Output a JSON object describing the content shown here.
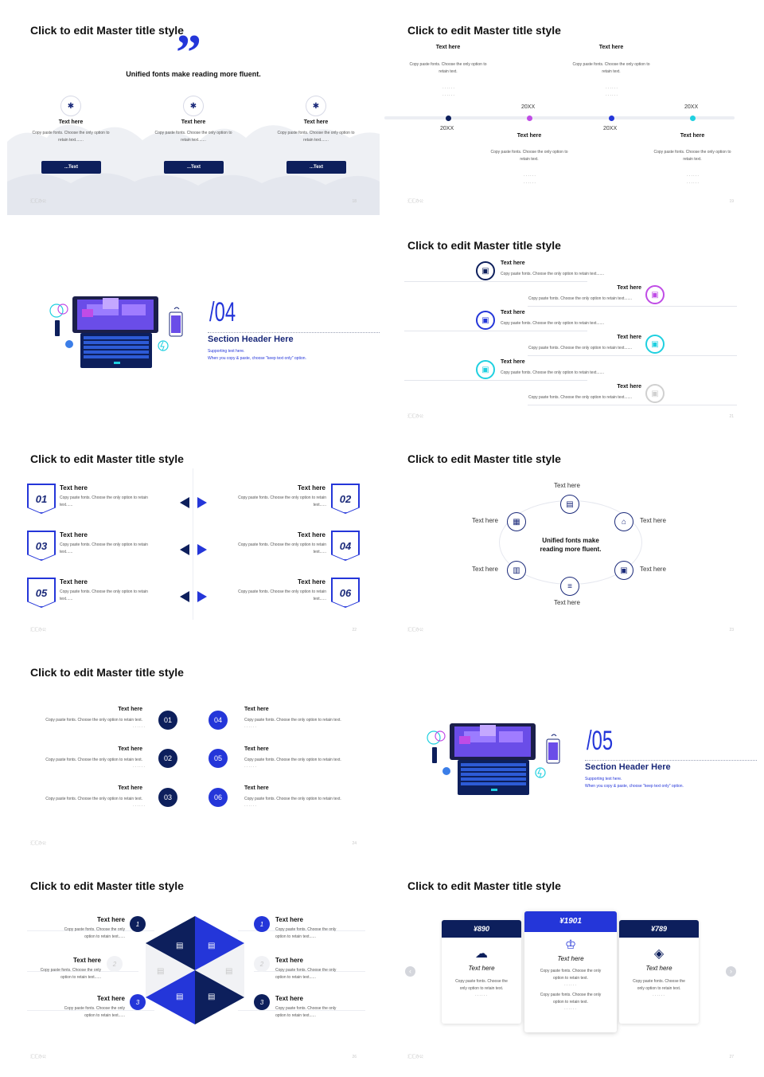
{
  "slide1": {
    "title": "Click to edit Master title style",
    "quote_glyph": "”",
    "subtitle": "Unified fonts make reading more fluent.",
    "cols": [
      {
        "title": "Text here",
        "body": "Copy paste fonts. Choose the only option to retain text.......",
        "button": "...Text"
      },
      {
        "title": "Text here",
        "body": "Copy paste fonts. Choose the only option to retain text.......",
        "button": "...Text"
      },
      {
        "title": "Text here",
        "body": "Copy paste fonts. Choose the only option to retain text.......",
        "button": "...Text"
      }
    ],
    "footer_left": "汇汇办公",
    "page": "18"
  },
  "slide2": {
    "title": "Click to edit Master title style",
    "top": [
      {
        "title": "Text here",
        "body": "Copy paste fonts. Choose the only option to retain text.",
        "dots1": "......",
        "dots2": "......"
      },
      {
        "title": "Text here",
        "body": "Copy paste fonts. Choose the only option to retain text.",
        "dots1": "......",
        "dots2": "......"
      }
    ],
    "bottom": [
      {
        "title": "Text here",
        "body": "Copy paste fonts. Choose the only option to retain text.",
        "dots1": "......",
        "dots2": "......"
      },
      {
        "title": "Text here",
        "body": "Copy paste fonts. Choose the only option to retain text.",
        "dots1": "......",
        "dots2": "......"
      }
    ],
    "years": [
      "20XX",
      "20XX",
      "20XX",
      "20XX"
    ],
    "colors": [
      "#0d1f5c",
      "#c04ce6",
      "#2436d9",
      "#1fd0e0"
    ],
    "footer_left": "汇汇办公",
    "page": "19"
  },
  "slide3": {
    "number": "/04",
    "header": "Section Header Here",
    "support1": "Supporting text here.",
    "support2": "When you copy & paste, choose \"keep text only\" option."
  },
  "slide4": {
    "title": "Click to edit Master title style",
    "rows": [
      {
        "title": "Text here",
        "body": "Copy paste fonts. Choose the only option to retain text.......",
        "color": "#0d1f5c"
      },
      {
        "title": "Text here",
        "body": "Copy paste fonts. Choose the only option to retain text.......",
        "color": "#c04ce6"
      },
      {
        "title": "Text here",
        "body": "Copy paste fonts. Choose the only option to retain text.......",
        "color": "#2436d9"
      },
      {
        "title": "Text here",
        "body": "Copy paste fonts. Choose the only option to retain text.......",
        "color": "#1fd0e0"
      },
      {
        "title": "Text here",
        "body": "Copy paste fonts. Choose the only option to retain text.......",
        "color": "#1fd0e0"
      },
      {
        "title": "Text here",
        "body": "Copy paste fonts. Choose the only option to retain text.......",
        "color": "#d0d0d0"
      }
    ],
    "footer_left": "汇汇办公",
    "page": "21"
  },
  "slide5": {
    "title": "Click to edit Master title style",
    "items": [
      {
        "num": "01",
        "title": "Text here",
        "body": "Copy paste fonts. Choose the only option to retain text......"
      },
      {
        "num": "02",
        "title": "Text here",
        "body": "Copy paste fonts. Choose the only option to retain text......"
      },
      {
        "num": "03",
        "title": "Text here",
        "body": "Copy paste fonts. Choose the only option to retain text......"
      },
      {
        "num": "04",
        "title": "Text here",
        "body": "Copy paste fonts. Choose the only option to retain text......"
      },
      {
        "num": "05",
        "title": "Text here",
        "body": "Copy paste fonts. Choose the only option to retain text......"
      },
      {
        "num": "06",
        "title": "Text here",
        "body": "Copy paste fonts. Choose the only option to retain text......"
      }
    ],
    "footer_left": "汇汇办公",
    "page": "22"
  },
  "slide6": {
    "title": "Click to edit Master title style",
    "center1": "Unified fonts make",
    "center2": "reading more fluent.",
    "labels": [
      "Text here",
      "Text here",
      "Text here",
      "Text here",
      "Text here",
      "Text here"
    ],
    "footer_left": "汇汇办公",
    "page": "23"
  },
  "slide7": {
    "title": "Click to edit Master title style",
    "left": [
      {
        "num": "01",
        "title": "Text here",
        "body": "Copy paste fonts. Choose the only option to retain text.",
        "dots": "......"
      },
      {
        "num": "02",
        "title": "Text here",
        "body": "Copy paste fonts. Choose the only option to retain text.",
        "dots": "......"
      },
      {
        "num": "03",
        "title": "Text here",
        "body": "Copy paste fonts. Choose the only option to retain text.",
        "dots": "......"
      }
    ],
    "right": [
      {
        "num": "04",
        "title": "Text here",
        "body": "Copy paste fonts. Choose the only option to retain text.",
        "dots": "......"
      },
      {
        "num": "05",
        "title": "Text here",
        "body": "Copy paste fonts. Choose the only option to retain text.",
        "dots": "......"
      },
      {
        "num": "06",
        "title": "Text here",
        "body": "Copy paste fonts. Choose the only option to retain text.",
        "dots": "......"
      }
    ],
    "footer_left": "汇汇办公",
    "page": "24"
  },
  "slide8": {
    "number": "/05",
    "header": "Section Header Here",
    "support1": "Supporting text here.",
    "support2": "When you copy & paste, choose \"keep text only\" option."
  },
  "slide9": {
    "title": "Click to edit Master title style",
    "left": [
      {
        "num": "1",
        "title": "Text here",
        "body1": "Copy paste fonts. Choose the only",
        "body2": "option to retain text......"
      },
      {
        "num": "2",
        "title": "Text here",
        "body1": "Copy paste fonts. Choose the only",
        "body2": "option to retain text......"
      },
      {
        "num": "3",
        "title": "Text here",
        "body1": "Copy paste fonts. Choose the only",
        "body2": "option to retain text......"
      }
    ],
    "right": [
      {
        "num": "1",
        "title": "Text here",
        "body1": "Copy paste fonts. Choose the only",
        "body2": "option to retain text......"
      },
      {
        "num": "2",
        "title": "Text here",
        "body1": "Copy paste fonts. Choose the only",
        "body2": "option to retain text......"
      },
      {
        "num": "3",
        "title": "Text here",
        "body1": "Copy paste fonts. Choose the only",
        "body2": "option to retain text......"
      }
    ],
    "footer_left": "汇汇办公",
    "page": "26"
  },
  "slide10": {
    "title": "Click to edit Master title style",
    "cards": [
      {
        "price": "¥890",
        "title": "Text here",
        "body1": "Copy paste fonts. Choose the",
        "body2": "only option to retain text.",
        "dots": "......"
      },
      {
        "price": "¥1901",
        "title": "Text here",
        "body1": "Copy paste fonts. Choose the only",
        "body2": "option to retain text.",
        "dots": "......",
        "body3": "Copy paste fonts. Choose the only",
        "body4": "option to retain text.",
        "dots2": "......"
      },
      {
        "price": "¥789",
        "title": "Text here",
        "body1": "Copy paste fonts. Choose the",
        "body2": "only option to retain text.",
        "dots": "......"
      }
    ],
    "footer_left": "汇汇办公",
    "page": "27"
  }
}
